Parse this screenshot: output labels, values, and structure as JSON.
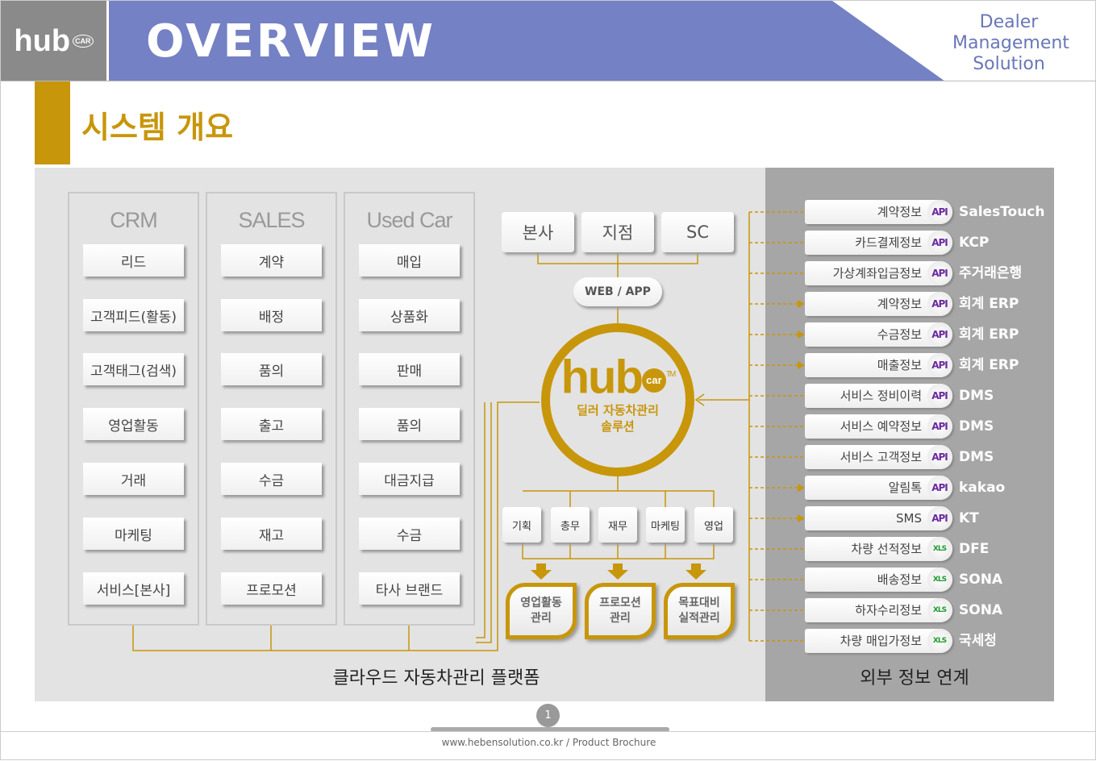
{
  "header": {
    "logo": "hub",
    "logo_sub": "CAR",
    "title": "OVERVIEW",
    "tagline": [
      "Dealer",
      "Management",
      "Solution"
    ]
  },
  "section_title": "시스템 개요",
  "columns": [
    {
      "title": "CRM",
      "items": [
        "리드",
        "고객피드(활동)",
        "고객태그(검색)",
        "영업활동",
        "거래",
        "마케팅",
        "서비스[본사]"
      ]
    },
    {
      "title": "SALES",
      "items": [
        "계약",
        "배정",
        "품의",
        "출고",
        "수금",
        "재고",
        "프로모션"
      ]
    },
    {
      "title": "Used Car",
      "items": [
        "매입",
        "상품화",
        "판매",
        "품의",
        "대금지급",
        "수금",
        "타사 브랜드"
      ]
    }
  ],
  "top_nodes": [
    "본사",
    "지점",
    "SC"
  ],
  "webapp": "WEB / APP",
  "center": {
    "logo": "hub",
    "logo_sub": "car",
    "tm": "TM",
    "line1": "딜러 자동차관리",
    "line2": "솔루션"
  },
  "departments": [
    "기획",
    "총무",
    "재무",
    "마케팅",
    "영업"
  ],
  "outputs": [
    {
      "l1": "영업활동",
      "l2": "관리"
    },
    {
      "l1": "프로모션",
      "l2": "관리"
    },
    {
      "l1": "목표대비",
      "l2": "실적관리"
    }
  ],
  "external": [
    {
      "info": "계약정보",
      "type": "API",
      "target": "SalesTouch"
    },
    {
      "info": "카드결제정보",
      "type": "API",
      "target": "KCP"
    },
    {
      "info": "가상계좌입금정보",
      "type": "API",
      "target": "주거래은행"
    },
    {
      "info": "계약정보",
      "type": "API",
      "target": "회계 ERP"
    },
    {
      "info": "수금정보",
      "type": "API",
      "target": "회계 ERP"
    },
    {
      "info": "매출정보",
      "type": "API",
      "target": "회계 ERP"
    },
    {
      "info": "서비스 정비이력",
      "type": "API",
      "target": "DMS"
    },
    {
      "info": "서비스 예약정보",
      "type": "API",
      "target": "DMS"
    },
    {
      "info": "서비스 고객정보",
      "type": "API",
      "target": "DMS"
    },
    {
      "info": "알림톡",
      "type": "API",
      "target": "kakao"
    },
    {
      "info": "SMS",
      "type": "API",
      "target": "KT"
    },
    {
      "info": "차량 선적정보",
      "type": "XLS",
      "target": "DFE"
    },
    {
      "info": "배송정보",
      "type": "XLS",
      "target": "SONA"
    },
    {
      "info": "하자수리정보",
      "type": "XLS",
      "target": "SONA"
    },
    {
      "info": "차량 매입가정보",
      "type": "XLS",
      "target": "국세청"
    }
  ],
  "platform_label": "클라우드 자동차관리 플랫폼",
  "external_label": "외부 정보 연계",
  "page": "1",
  "footer": "www.hebensolution.co.kr / Product Brochure",
  "colors": {
    "gold": "#c8960a",
    "blue": "#7481c4",
    "api": "#6a2aa0",
    "xls": "#1a9a2a"
  }
}
